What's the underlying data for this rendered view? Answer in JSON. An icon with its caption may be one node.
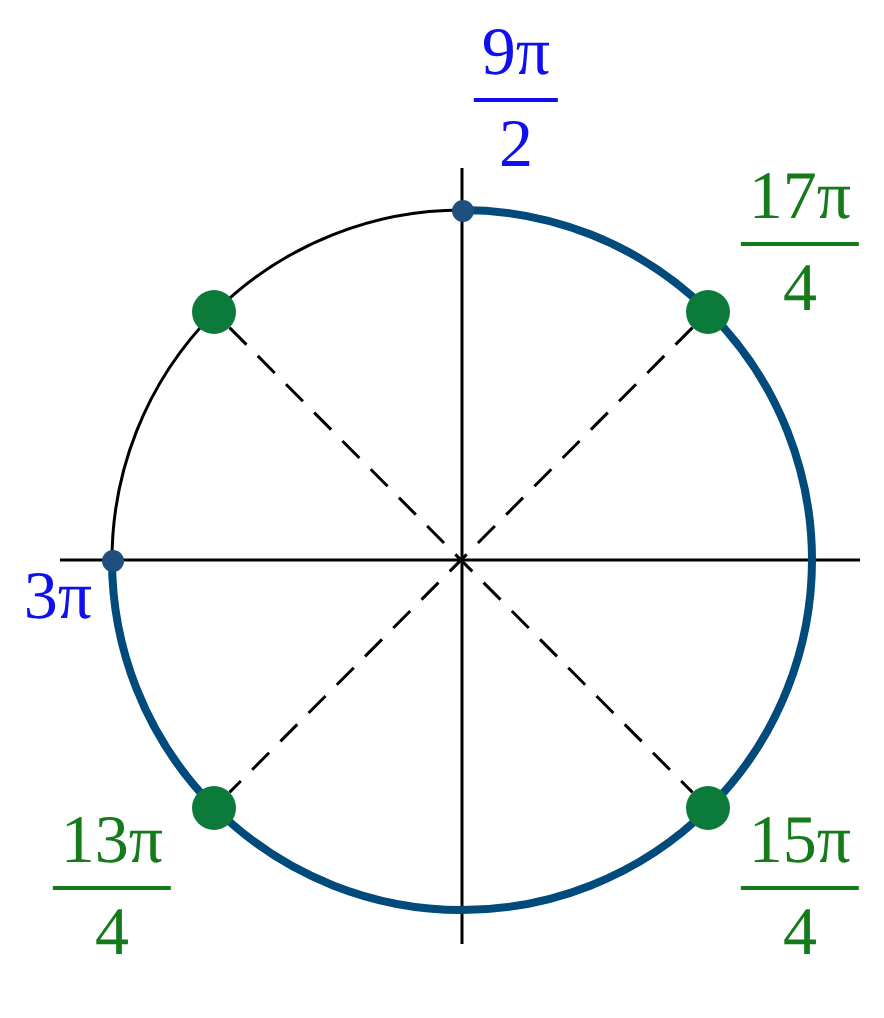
{
  "diagram": {
    "nodes": [
      {
        "text": [],
        "shape": "circle",
        "beside": [
          "9π",
          "2"
        ]
      },
      {
        "text": [],
        "shape": "circle"
      },
      {
        "text": [],
        "shape": "circle",
        "beside": [
          "17π",
          "4"
        ]
      },
      {
        "text": [],
        "shape": "circle",
        "beside": [
          "3π"
        ]
      },
      {
        "text": [],
        "shape": "circle",
        "beside": [
          "13π",
          "4"
        ]
      },
      {
        "text": [],
        "shape": "circle",
        "beside": [
          "15π",
          "4"
        ]
      }
    ],
    "edges": [
      {
        "from": 1,
        "to": 5,
        "arrow": "none",
        "style": "dashed"
      },
      {
        "from": 2,
        "to": 4,
        "arrow": "none",
        "style": "dashed"
      }
    ]
  }
}
